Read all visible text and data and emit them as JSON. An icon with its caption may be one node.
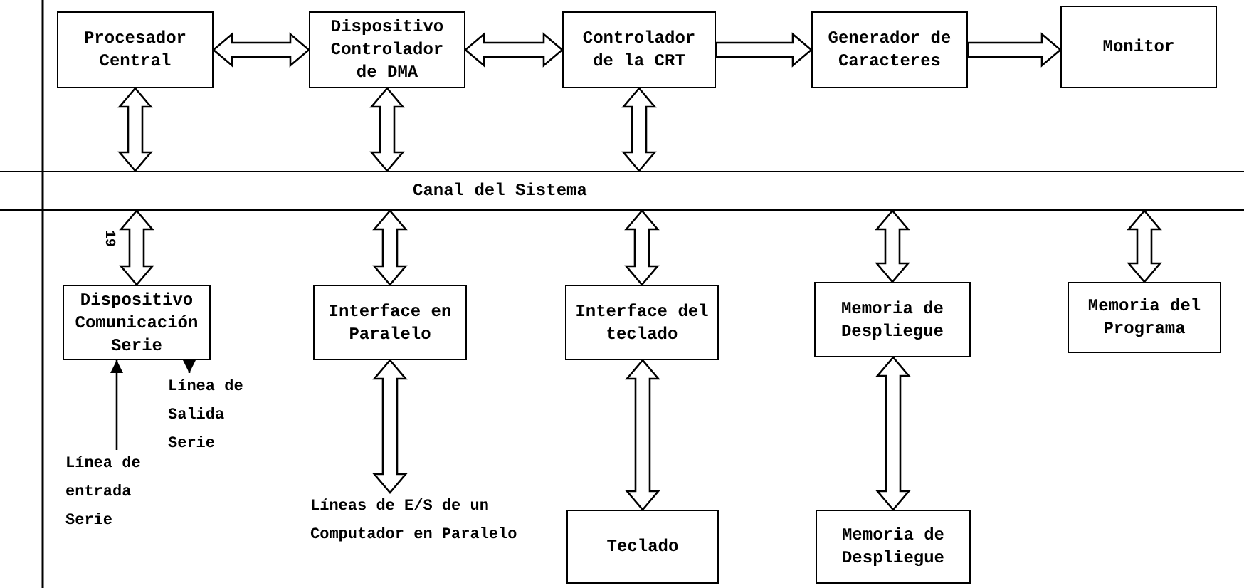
{
  "diagram": {
    "nodes": [
      {
        "text": [
          "Procesador Central"
        ]
      },
      {
        "text": [
          "Dispositivo Controlador de DMA"
        ]
      },
      {
        "text": [
          "Controlador de la CRT"
        ]
      },
      {
        "text": [
          "Generador de Caracteres"
        ]
      },
      {
        "text": [
          "Monitor"
        ]
      },
      {
        "text": [
          "Canal del Sistema"
        ]
      },
      {
        "text": [
          "Dispositivo Comunicación Serie"
        ]
      },
      {
        "text": [
          "Interface en Paralelo"
        ]
      },
      {
        "text": [
          "Interface del teclado"
        ]
      },
      {
        "text": [
          "Memoria de Despliegue"
        ]
      },
      {
        "text": [
          "Memoria del Programa"
        ]
      },
      {
        "text": [
          "Línea de Salida Serie"
        ]
      },
      {
        "text": [
          "Línea de entrada Serie"
        ]
      },
      {
        "text": [
          "Líneas de E/S de un Computador en Paralelo"
        ]
      },
      {
        "text": [
          "Teclado"
        ]
      },
      {
        "text": [
          "Memoria de Despliegue"
        ]
      }
    ],
    "edges": [
      {
        "from": 0,
        "to": 1,
        "arrow": "both",
        "style": "thick"
      },
      {
        "from": 1,
        "to": 2,
        "arrow": "both",
        "style": "thick"
      },
      {
        "from": 2,
        "to": 3,
        "arrow": "to",
        "style": "thick"
      },
      {
        "from": 3,
        "to": 4,
        "arrow": "to",
        "style": "thick"
      },
      {
        "from": 0,
        "to": 5,
        "arrow": "both",
        "style": "thick"
      },
      {
        "from": 1,
        "to": 5,
        "arrow": "both",
        "style": "thick"
      },
      {
        "from": 2,
        "to": 5,
        "arrow": "both",
        "style": "thick"
      },
      {
        "from": 5,
        "to": 6,
        "arrow": "both",
        "style": "thick"
      },
      {
        "from": 5,
        "to": 7,
        "arrow": "both",
        "style": "thick"
      },
      {
        "from": 5,
        "to": 8,
        "arrow": "both",
        "style": "thick"
      },
      {
        "from": 5,
        "to": 9,
        "arrow": "both",
        "style": "thick"
      },
      {
        "from": 5,
        "to": 10,
        "arrow": "both",
        "style": "thick"
      },
      {
        "from": 6,
        "to": 11,
        "arrow": "to"
      },
      {
        "from": 12,
        "to": 6,
        "arrow": "to"
      },
      {
        "from": 7,
        "to": 13,
        "arrow": "both",
        "style": "thick"
      },
      {
        "from": 8,
        "to": 14,
        "arrow": "both",
        "style": "thick"
      },
      {
        "from": 9,
        "to": 15,
        "arrow": "both",
        "style": "thick"
      }
    ],
    "labels": [
      "19"
    ]
  }
}
